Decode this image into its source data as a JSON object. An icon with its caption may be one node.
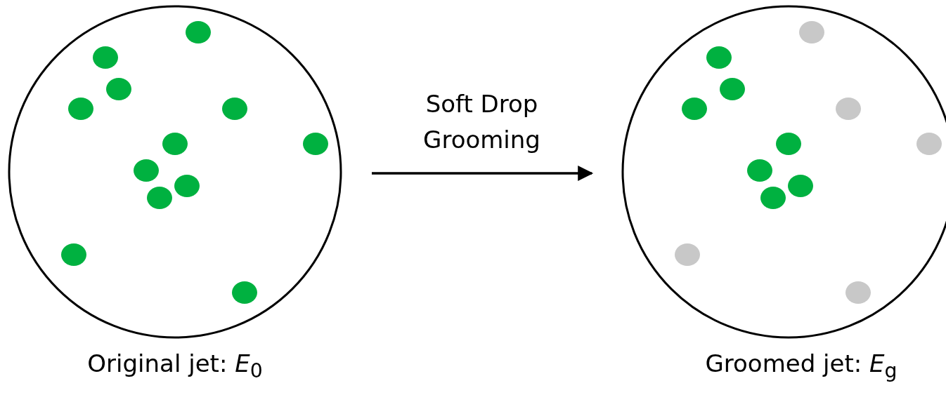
{
  "diagram": {
    "nodes": [
      {
        "text": [],
        "shape": "circle",
        "beside": [
          "Original jet: *E*$_{0}$"
        ]
      },
      {
        "text": [],
        "shape": "circle",
        "beside": [
          "Groomed jet: *E*$_{g}$"
        ]
      }
    ],
    "edges": [
      {
        "from": 0,
        "to": 1,
        "arrow": "to",
        "label": "Soft Drop Grooming"
      }
    ]
  }
}
